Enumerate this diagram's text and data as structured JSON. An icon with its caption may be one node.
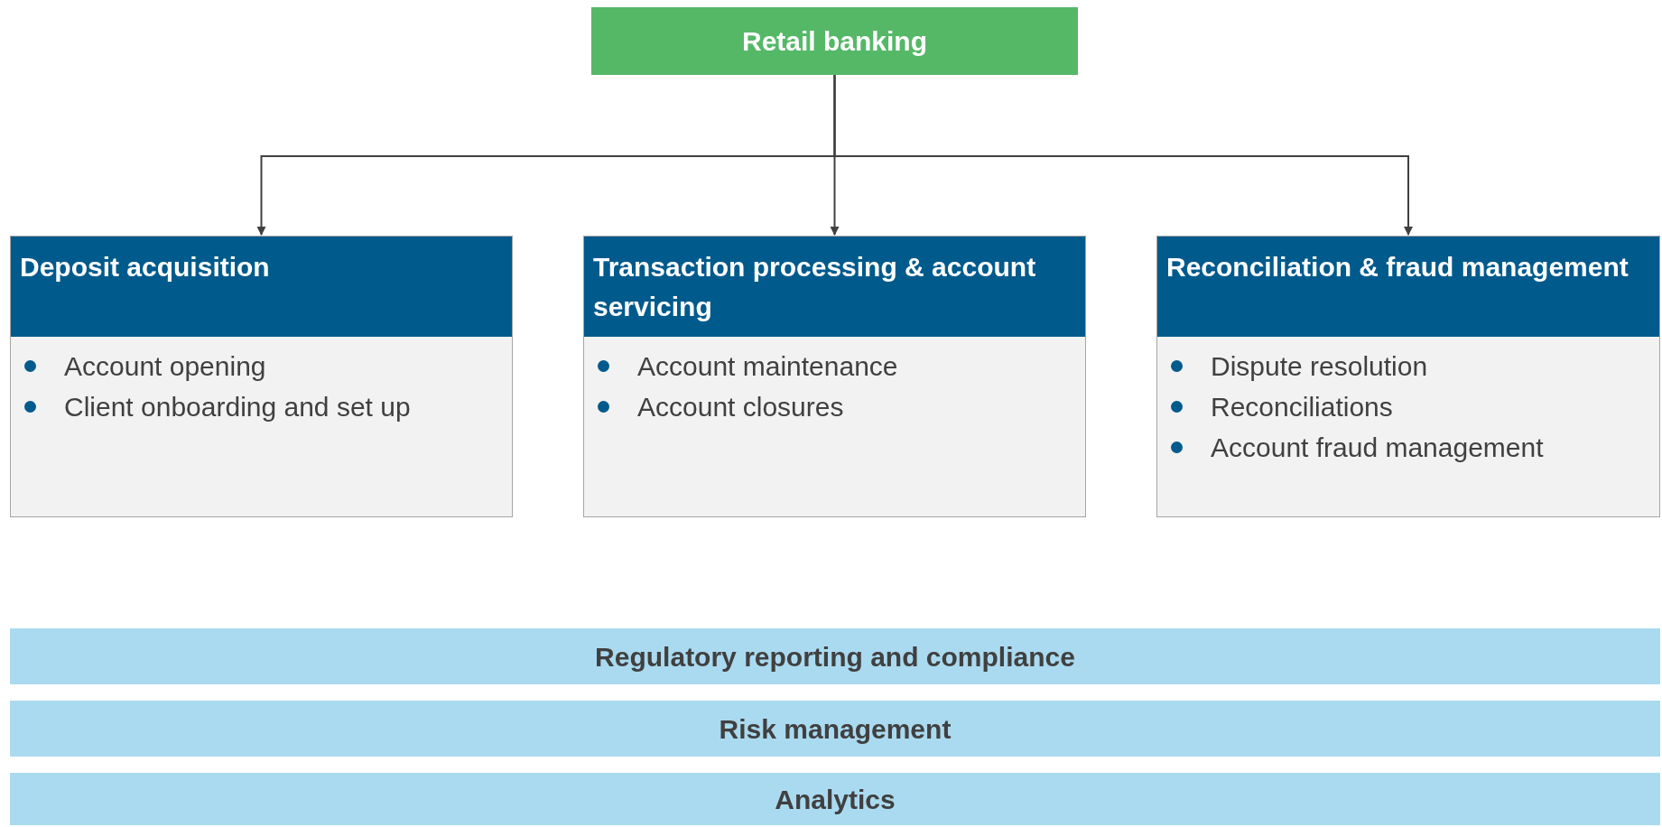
{
  "diagram": {
    "nodes": [
      {
        "text": [
          "Retail banking"
        ]
      },
      {
        "text": [
          "Deposit acquisition",
          "Account opening",
          "Client onboarding and set up"
        ]
      },
      {
        "text": [
          "Transaction processing & account servicing",
          "Account maintenance",
          "Account closures"
        ]
      },
      {
        "text": [
          "Reconciliation & fraud management",
          "Dispute resolution",
          "Reconciliations",
          "Account fraud management"
        ]
      },
      {
        "text": [
          "Regulatory reporting and compliance"
        ]
      },
      {
        "text": [
          "Risk management"
        ]
      },
      {
        "text": [
          "Analytics"
        ]
      }
    ],
    "edges": [
      {
        "from": 0,
        "to": 1,
        "arrow": "to"
      },
      {
        "from": 0,
        "to": 2,
        "arrow": "to"
      },
      {
        "from": 0,
        "to": 3,
        "arrow": "to"
      }
    ]
  }
}
